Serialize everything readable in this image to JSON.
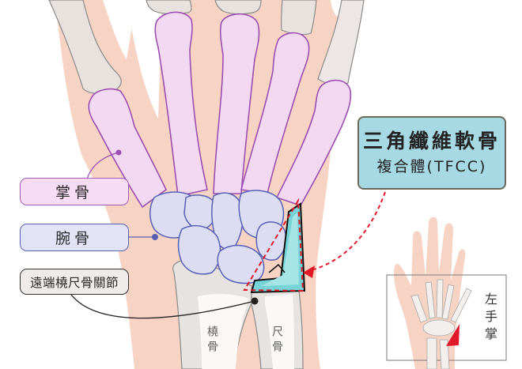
{
  "figure": {
    "title": "三角纖維軟骨複合體(TFCC)",
    "colors": {
      "skin": "#f7d3c4",
      "metacarpal_fill": "#f3d8f2",
      "metacarpal_stroke": "#9b4fb0",
      "carpal_fill": "#dcdcf3",
      "carpal_stroke": "#5860b5",
      "forearm_bone": "#f2efec",
      "tfcc": "#76d3d8",
      "highlight_red": "#e0182a"
    }
  },
  "labels": {
    "metacarpal": "掌骨",
    "carpal": "腕骨",
    "druj": "遠端橈尺骨關節",
    "tfcc_line1": "三角纖維軟骨",
    "tfcc_line2": "複合體(TFCC)",
    "radius": "橈骨",
    "ulna": "尺骨"
  },
  "inset": {
    "caption": "左手掌",
    "description": "Left palm overview with red triangle marking TFCC location"
  }
}
